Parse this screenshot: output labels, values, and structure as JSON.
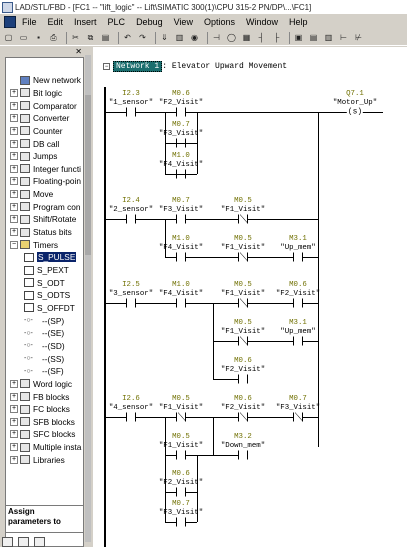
{
  "titlebar": {
    "text": "LAD/STL/FBD - [FC1 -- \"lift_logic\" -- Lift\\SIMATIC 300(1)\\CPU 315-2 PN/DP\\...\\FC1]"
  },
  "menu": [
    "File",
    "Edit",
    "Insert",
    "PLC",
    "Debug",
    "View",
    "Options",
    "Window",
    "Help"
  ],
  "toolbar_icons": [
    "new-icon",
    "open-icon",
    "save-icon",
    "print-icon",
    "cut-icon",
    "copy-icon",
    "paste-icon",
    "undo-icon",
    "redo-icon",
    "download-icon",
    "monitor-icon",
    "online-icon",
    "contact-icon",
    "coil-icon",
    "box-icon",
    "branch-open-icon",
    "branch-close-icon",
    "overview-icon",
    "program-elements-icon",
    "details-icon",
    "no-contact-icon",
    "nc-contact-icon"
  ],
  "tree": [
    {
      "label": "New network",
      "type": "item"
    },
    {
      "label": "Bit logic",
      "type": "folder"
    },
    {
      "label": "Comparator",
      "type": "folder"
    },
    {
      "label": "Converter",
      "type": "folder"
    },
    {
      "label": "Counter",
      "type": "folder"
    },
    {
      "label": "DB call",
      "type": "folder"
    },
    {
      "label": "Jumps",
      "type": "folder"
    },
    {
      "label": "Integer functi",
      "type": "folder"
    },
    {
      "label": "Floating-poin",
      "type": "folder"
    },
    {
      "label": "Move",
      "type": "folder"
    },
    {
      "label": "Program con",
      "type": "folder"
    },
    {
      "label": "Shift/Rotate",
      "type": "folder"
    },
    {
      "label": "Status bits",
      "type": "folder"
    },
    {
      "label": "Timers",
      "type": "open"
    },
    {
      "label": "S_PULSE",
      "type": "timer",
      "selected": true
    },
    {
      "label": "S_PEXT",
      "type": "timer"
    },
    {
      "label": "S_ODT",
      "type": "timer"
    },
    {
      "label": "S_ODTS",
      "type": "timer"
    },
    {
      "label": "S_OFFDT",
      "type": "timer"
    },
    {
      "label": "--(SP)",
      "type": "coil"
    },
    {
      "label": "--(SE)",
      "type": "coil"
    },
    {
      "label": "--(SD)",
      "type": "coil"
    },
    {
      "label": "--(SS)",
      "type": "coil"
    },
    {
      "label": "--(SF)",
      "type": "coil"
    },
    {
      "label": "Word logic",
      "type": "folder"
    },
    {
      "label": "FB blocks",
      "type": "folder"
    },
    {
      "label": "FC blocks",
      "type": "folder"
    },
    {
      "label": "SFB blocks",
      "type": "folder"
    },
    {
      "label": "SFC blocks",
      "type": "folder"
    },
    {
      "label": "Multiple insta",
      "type": "folder"
    },
    {
      "label": "Libraries",
      "type": "folder"
    }
  ],
  "assign_panel": {
    "line1": "Assign",
    "line2": "parameters to"
  },
  "network": {
    "label": "Network 1",
    "title": ": Elevator Upward Movement"
  },
  "contacts": [
    {
      "addr": "I2.3",
      "sym": "\"1_sensor\""
    },
    {
      "addr": "M0.6",
      "sym": "\"F2_Visit\""
    },
    {
      "addr": "Q7.1",
      "sym": "\"Motor_Up\""
    },
    {
      "addr": "M0.7",
      "sym": "\"F3_Visit\""
    },
    {
      "addr": "M1.0",
      "sym": "\"F4_Visit\""
    },
    {
      "addr": "I2.4",
      "sym": "\"2_sensor\""
    },
    {
      "addr": "M0.7",
      "sym": "\"F3_Visit\""
    },
    {
      "addr": "M0.5",
      "sym": "\"F1_Visit\""
    },
    {
      "addr": "M1.0",
      "sym": "\"F4_Visit\""
    },
    {
      "addr": "M0.5",
      "sym": "\"F1_Visit\""
    },
    {
      "addr": "M3.1",
      "sym": "\"Up_mem\""
    },
    {
      "addr": "I2.5",
      "sym": "\"3_sensor\""
    },
    {
      "addr": "M1.0",
      "sym": "\"F4_Visit\""
    },
    {
      "addr": "M0.5",
      "sym": "\"F1_Visit\""
    },
    {
      "addr": "M0.6",
      "sym": "\"F2_Visit\""
    },
    {
      "addr": "M0.5",
      "sym": "\"F1_Visit\""
    },
    {
      "addr": "M3.1",
      "sym": "\"Up_mem\""
    },
    {
      "addr": "M0.6",
      "sym": "\"F2_Visit\""
    },
    {
      "addr": "I2.6",
      "sym": "\"4_sensor\""
    },
    {
      "addr": "M0.5",
      "sym": "\"F1_Visit\""
    },
    {
      "addr": "M0.6",
      "sym": "\"F2_Visit\""
    },
    {
      "addr": "M0.7",
      "sym": "\"F3_Visit\""
    },
    {
      "addr": "M0.5",
      "sym": "\"F1_Visit\""
    },
    {
      "addr": "M3.2",
      "sym": "\"Down_mem\""
    },
    {
      "addr": "M0.6",
      "sym": "\"F2_Visit\""
    },
    {
      "addr": "M0.7",
      "sym": "\"F3_Visit\""
    }
  ],
  "coil_symbol": "(s)"
}
